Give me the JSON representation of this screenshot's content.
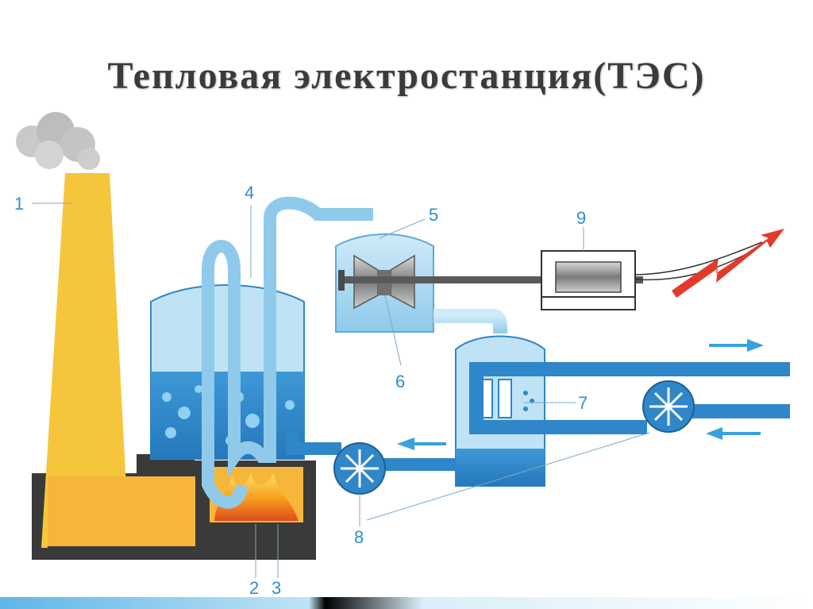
{
  "title": "Тепловая электростанция(ТЭС)",
  "labels": {
    "chimney": "1",
    "furnace_left": "2",
    "furnace_right": "3",
    "boiler": "4",
    "steam_inlet": "5",
    "turbine": "6",
    "condenser": "7",
    "pumps": "8",
    "generator": "9"
  },
  "colors": {
    "chimney": "#f5c63b",
    "furnace": "#f5b63b",
    "base": "#3a3a3a",
    "water": "#2f86c8",
    "steam": "#bfe3f5",
    "arrow": "#3aa0e0",
    "lightning": "#e23a2a"
  }
}
